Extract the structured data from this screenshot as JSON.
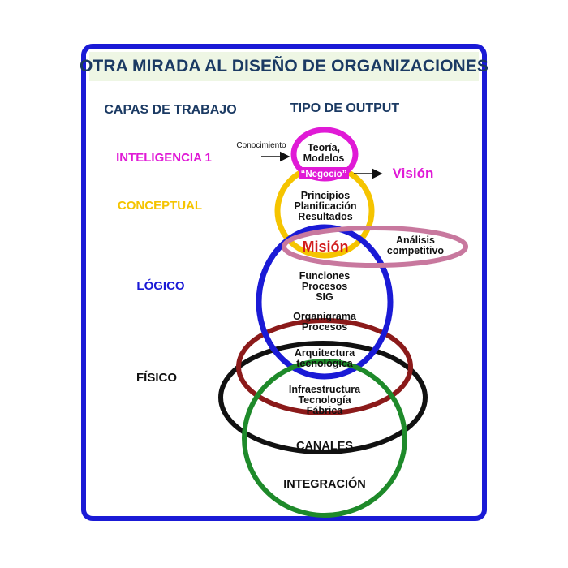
{
  "title": "OTRA MIRADA AL DISEÑO DE ORGANIZACIONES",
  "headers": {
    "layers": "CAPAS DE TRABAJO",
    "output": "TIPO DE OUTPUT"
  },
  "layers": {
    "inteligencia": "INTELIGENCIA 1",
    "conceptual": "CONCEPTUAL",
    "logico": "LÓGICO",
    "fisico": "FÍSICO"
  },
  "outputs": {
    "conocimiento": "Conocimiento",
    "teoria": "Teoría,",
    "modelos": "Modelos",
    "negocio": "“Negocio”",
    "vision": "Visión",
    "principios": "Principios",
    "planificacion": "Planificación",
    "resultados": "Resultados",
    "mision": "Misión",
    "analisis": "Análisis",
    "competitivo": "competitivo",
    "funciones": "Funciones",
    "procesos": "Procesos",
    "sig": "SIG",
    "organigrama": "Organigrama",
    "procesos2": "Procesos",
    "arquitectura": "Arquitectura",
    "tecnologica": "tecnológica",
    "infraestructura": "Infraestructura",
    "tecnologia": "Tecnología",
    "fabrica": "Fábrica",
    "canales": "CANALES",
    "integracion": "INTEGRACIÓN"
  },
  "colors": {
    "frame": "#1a1ad6",
    "title_bg": "#eef6e4",
    "title_text": "#1b3a63",
    "inteligencia": "#e01ad6",
    "conceptual": "#f5c400",
    "logico": "#1a1ad6",
    "fisico": "#111111",
    "organigrama_ring": "#8b1a1a",
    "integracion_ring": "#1e8a2a",
    "mision_ring": "#c8789e",
    "mision_text": "#d21e1e"
  }
}
